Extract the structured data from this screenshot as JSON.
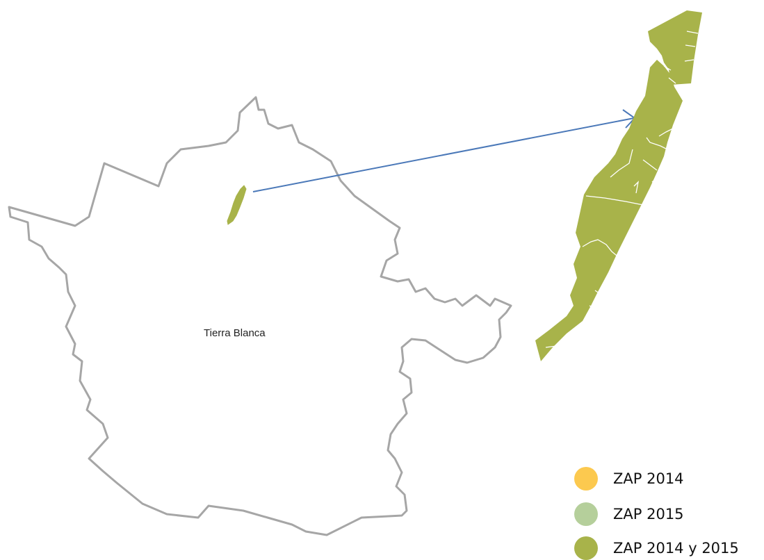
{
  "map": {
    "municipality_label": "Tierra Blanca",
    "colors": {
      "boundary": "#a6a6a6",
      "zone_fill": "#a8b34a",
      "zone_lines": "#ffffff",
      "arrow": "#4a78b8"
    }
  },
  "legend": {
    "items": [
      {
        "label": "ZAP 2014",
        "color": "#fcc94f"
      },
      {
        "label": "ZAP 2015",
        "color": "#b5cf9b"
      },
      {
        "label": "ZAP 2014 y 2015",
        "color": "#a8b34a"
      }
    ]
  }
}
